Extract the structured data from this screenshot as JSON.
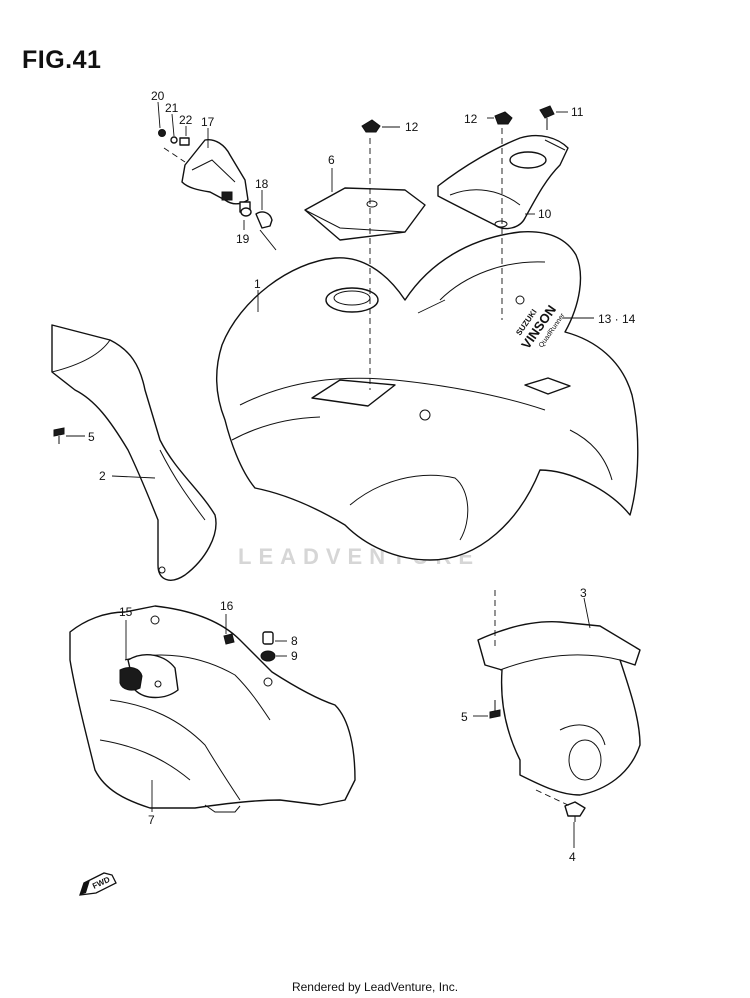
{
  "figure": {
    "title": "FIG.41"
  },
  "watermark": "LEADVENTURE",
  "footer": "Rendered by LeadVenture, Inc.",
  "decal_text": [
    "SUZUKI",
    "VINSON",
    "QuadRunner"
  ],
  "fwd_arrow": {
    "label": "FWD",
    "icon": "forward-arrow-icon"
  },
  "callouts": {
    "c1": "1",
    "c2": "2",
    "c3": "3",
    "c4": "4",
    "c5a": "5",
    "c5b": "5",
    "c6": "6",
    "c7": "7",
    "c8": "8",
    "c9": "9",
    "c10": "10",
    "c11": "11",
    "c12a": "12",
    "c12b": "12",
    "c13": "13 · 14",
    "c15": "15",
    "c16": "16",
    "c17": "17",
    "c18": "18",
    "c19": "19",
    "c20": "20",
    "c21": "21",
    "c22": "22"
  }
}
